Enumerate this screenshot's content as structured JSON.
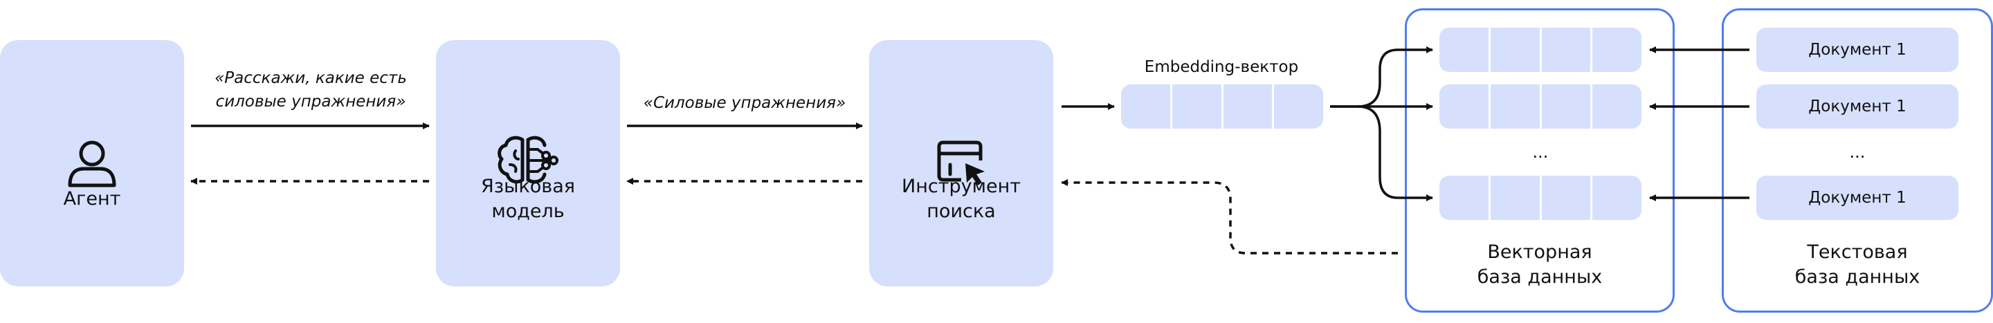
{
  "nodes": {
    "agent": {
      "label": "Агент",
      "icon": "user-icon"
    },
    "language_model": {
      "label": "Языковая\nмодель",
      "icon": "brain-icon"
    },
    "search_tool": {
      "label": "Инструмент\nпоиска",
      "icon": "browser-cursor-icon"
    }
  },
  "messages": {
    "query": "«Расскажи, какие есть\nсиловые упражнения»",
    "tool_query": "«Силовые упражнения»"
  },
  "embedding": {
    "label": "Embedding-вектор"
  },
  "vector_db": {
    "label": "Векторная\nбаза данных",
    "ellipsis": "..."
  },
  "text_db": {
    "label": "Текстовая\nбаза данных",
    "documents": [
      "Документ 1",
      "Документ 1",
      "Документ 1"
    ],
    "ellipsis": "..."
  },
  "colors": {
    "box_fill": "#d6e0fd",
    "db_border": "#4f7df0",
    "stroke": "#111111"
  }
}
